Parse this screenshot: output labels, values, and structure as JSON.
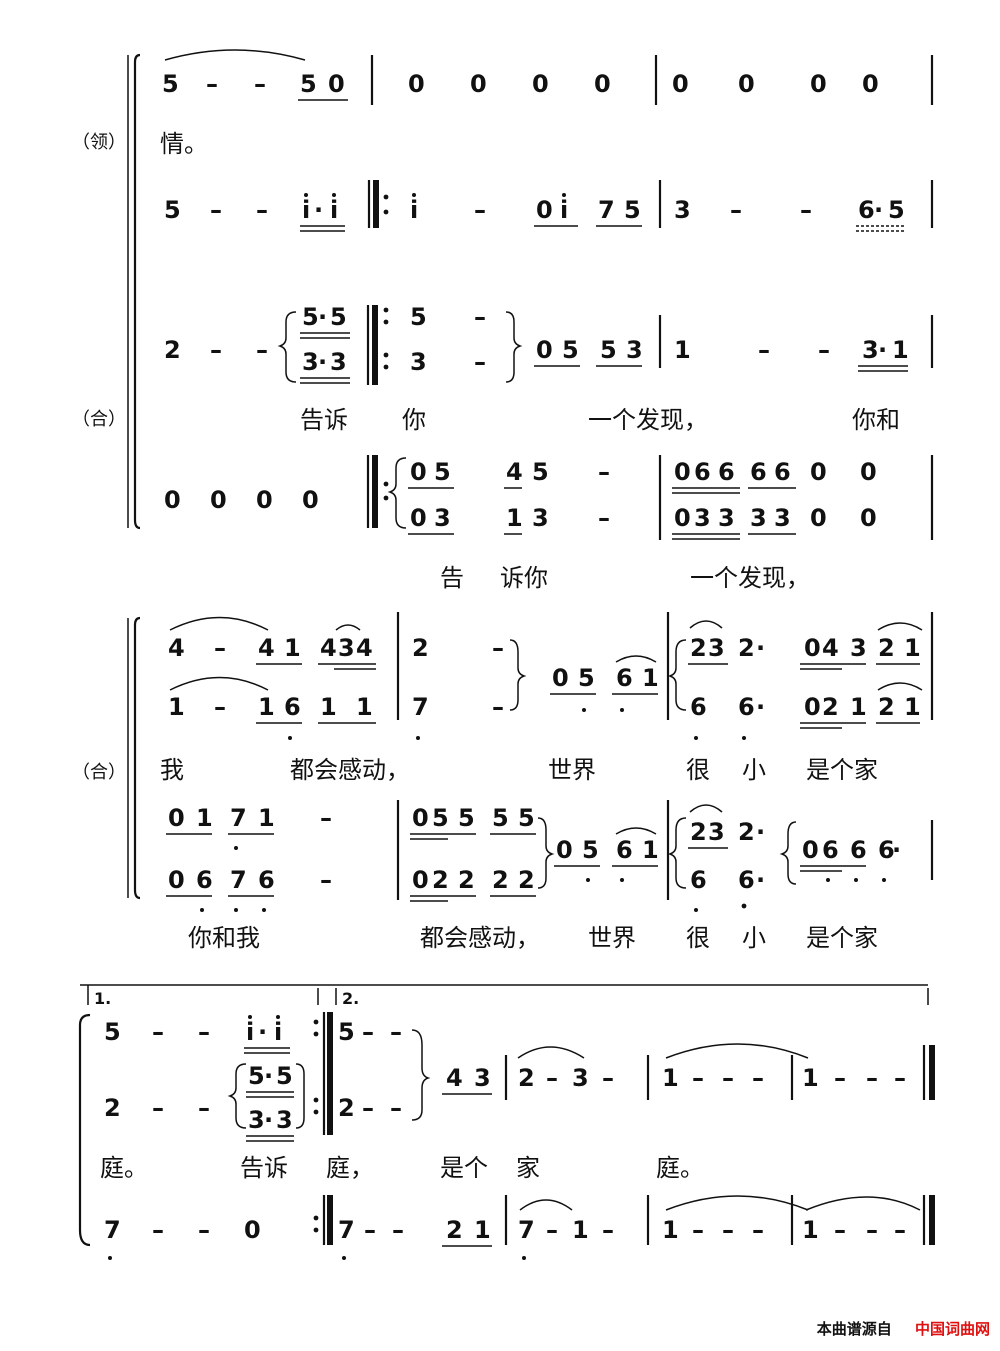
{
  "labels": {
    "lead": "（领）",
    "chorus": "（合）"
  },
  "lyrics": {
    "s1_lead": "情。",
    "s1_choir1": [
      "告诉",
      "你",
      "一个发现，",
      "你和"
    ],
    "s1_choir2": [
      "告",
      "诉你",
      "一个发现，"
    ],
    "s2_choir1": [
      "我",
      "都会感动，",
      "世界",
      "很",
      "小",
      "是个家"
    ],
    "s2_choir2": [
      "你和我",
      "都会感动，",
      "世界",
      "很",
      "小",
      "是个家"
    ],
    "s3": [
      "庭。",
      "告诉",
      "庭，",
      "是个",
      "家",
      "庭。"
    ]
  },
  "volta": {
    "first": "1.",
    "second": "2."
  },
  "footer": {
    "source": "本曲谱源自",
    "brand": "中国词曲网"
  }
}
